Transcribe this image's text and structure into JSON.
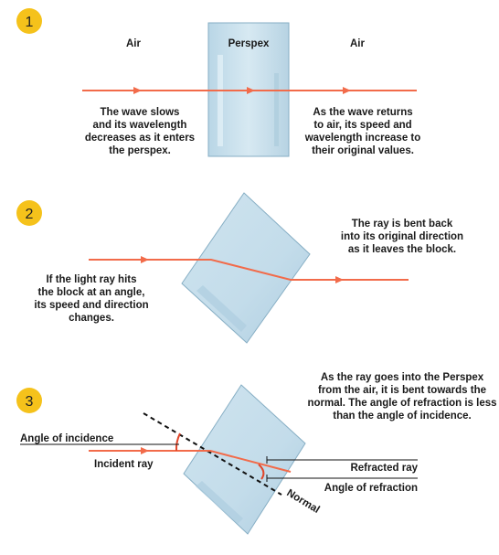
{
  "panel1": {
    "number": "1",
    "label_air_left": "Air",
    "label_perspex": "Perspex",
    "label_air_right": "Air",
    "caption_left": [
      "The wave slows",
      "and its wavelength",
      "decreases as it enters",
      "the perspex."
    ],
    "caption_right": [
      "As the wave returns",
      "to air, its speed and",
      "wavelength increase to",
      "their original values."
    ]
  },
  "panel2": {
    "number": "2",
    "caption_top": [
      "The ray is bent back",
      "into its original direction",
      "as it leaves the block."
    ],
    "caption_left": [
      "If the light ray hits",
      "the block at an angle,",
      "its speed and direction",
      "changes."
    ]
  },
  "panel3": {
    "number": "3",
    "caption_top": [
      "As the ray goes into the Perspex",
      "from the air, it is bent towards the",
      "normal. The angle of refraction is less",
      "than the angle of incidence."
    ],
    "label_angle_incidence": "Angle of incidence",
    "label_incident_ray": "Incident ray",
    "label_refracted_ray": "Refracted ray",
    "label_angle_refraction": "Angle of refraction",
    "label_normal": "Normal"
  },
  "colors": {
    "ray": "#f26b4a",
    "badge_fill": "#f5c21b",
    "block_fill": "#c9e0ec",
    "block_edge": "#7fa6bd"
  }
}
